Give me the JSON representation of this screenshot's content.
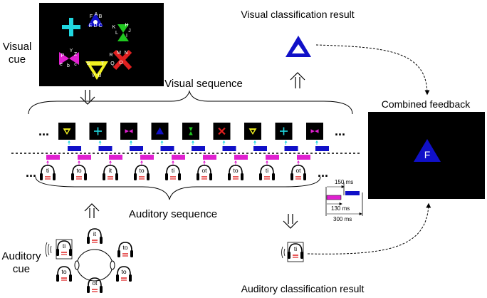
{
  "labels": {
    "visual_cue": [
      "Visual",
      "cue"
    ],
    "auditory_cue": [
      "Auditory",
      "cue"
    ],
    "visual_classification_result": "Visual classification result",
    "visual_sequence": "Visual sequence",
    "auditory_sequence": "Auditory sequence",
    "combined_feedback": "Combined feedback",
    "auditory_classification_result": "Auditory classification result",
    "ellipsis": "...",
    "timing_150": "150 ms",
    "timing_130": "130 ms",
    "timing_300": "300 ms"
  },
  "visual_cue_letters": {
    "triangle_blue": [
      "F",
      "A",
      "B",
      "E",
      "D",
      "C"
    ],
    "bowtie_green": [
      "K",
      "L",
      "H",
      "J",
      "I"
    ],
    "bowtie_magenta": [
      "P",
      "Y",
      "Z",
      "e",
      "b",
      "c"
    ],
    "triangle_yellow": [
      "S",
      "T",
      "V",
      "U"
    ],
    "cross_red": [
      "R",
      "M",
      "N",
      "Q",
      "O"
    ]
  },
  "visual_sequence_symbols": [
    "triangle-yellow",
    "cross-cyan",
    "bowtie-magenta",
    "triangle-blue",
    "bowtie-green",
    "cross-red",
    "triangle-yellow",
    "cross-cyan",
    "bowtie-magenta"
  ],
  "auditory_sequence_syllables": [
    "ti",
    "to",
    "it",
    "to",
    "ti",
    "ot",
    "to",
    "ti",
    "ot"
  ],
  "auditory_cue_syllables": [
    "ti",
    "it",
    "to",
    "to",
    "ot"
  ],
  "auditory_result_syllable": "ti",
  "feedback_letter": "F",
  "colors": {
    "blue": "#1010c8",
    "magenta": "#e020d0",
    "cyan": "#20d8e0",
    "yellow": "#f0f020",
    "green": "#20c820",
    "red": "#e02020"
  }
}
